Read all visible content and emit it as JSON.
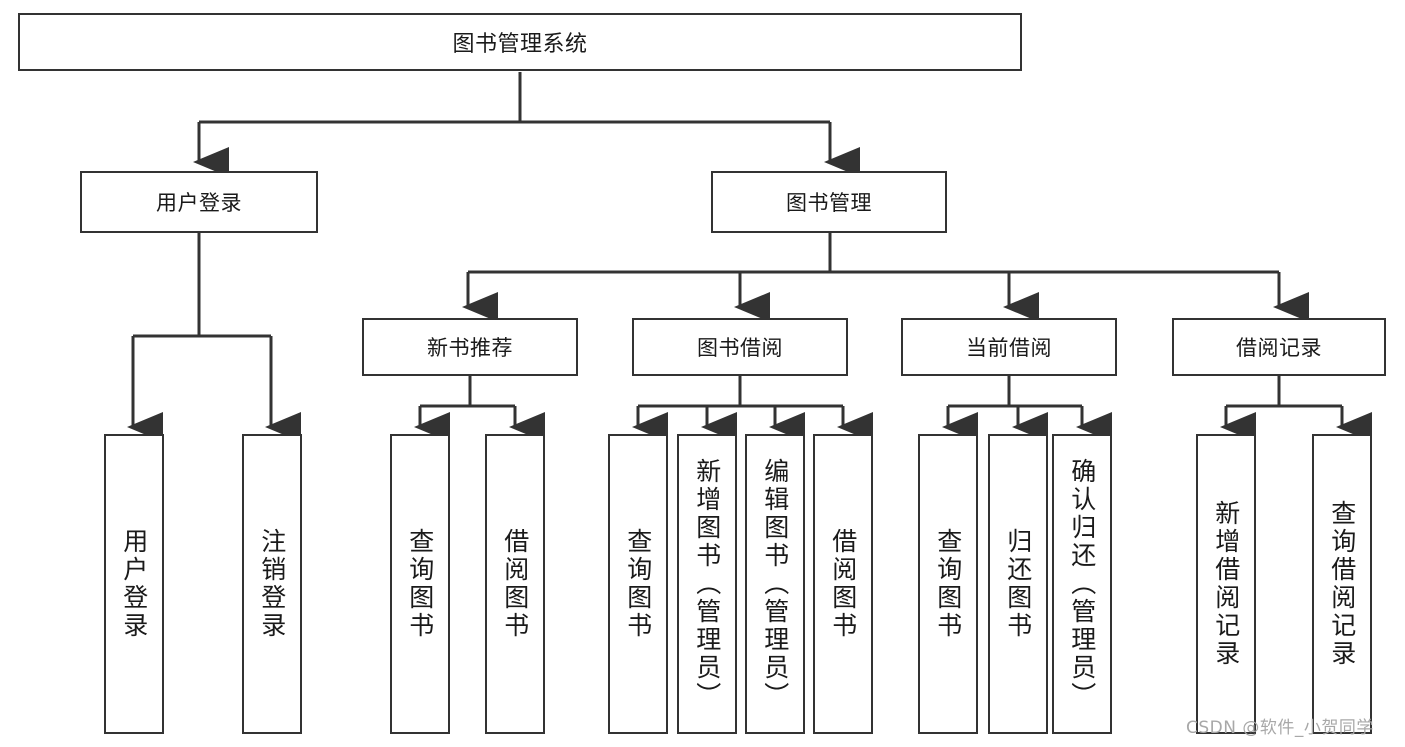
{
  "diagram": {
    "type": "tree",
    "title": "图书管理系统",
    "root": {
      "label": "图书管理系统"
    },
    "level2": [
      {
        "label": "用户登录"
      },
      {
        "label": "图书管理"
      }
    ],
    "level3": [
      {
        "label": "新书推荐"
      },
      {
        "label": "图书借阅"
      },
      {
        "label": "当前借阅"
      },
      {
        "label": "借阅记录"
      }
    ],
    "leaves": {
      "user_login": [
        {
          "label": "用户登录"
        },
        {
          "label": "注销登录"
        }
      ],
      "new_book_recommend": [
        {
          "label": "查询图书"
        },
        {
          "label": "借阅图书"
        }
      ],
      "book_borrow": [
        {
          "label": "查询图书"
        },
        {
          "label": "新增图书（管理员）"
        },
        {
          "label": "编辑图书（管理员）"
        },
        {
          "label": "借阅图书"
        }
      ],
      "current_borrow": [
        {
          "label": "查询图书"
        },
        {
          "label": "归还图书"
        },
        {
          "label": "确认归还（管理员）"
        }
      ],
      "borrow_record": [
        {
          "label": "新增借阅记录"
        },
        {
          "label": "查询借阅记录"
        }
      ]
    }
  },
  "watermark": {
    "text": "CSDN @软件_小贺同学"
  },
  "colors": {
    "background": "#ffffff",
    "box_border": "#333333",
    "connector": "#333333",
    "text": "#1a1a1a",
    "watermark": "#a8a8a8"
  }
}
